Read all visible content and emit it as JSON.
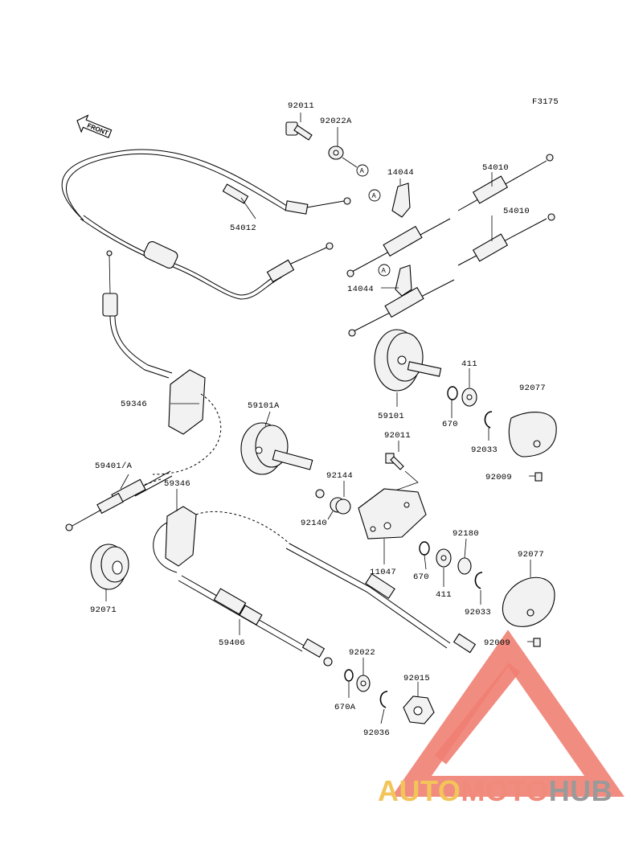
{
  "figure_code": "F3175",
  "front_label": "FRONT",
  "callout_letter": "A",
  "watermark": {
    "part1": "AUTO",
    "part2": "MOTO",
    "part3": "HUB",
    "triangle_color": "#f07f73",
    "text_yellow": "#f2c45a",
    "text_pink": "#f08a7a",
    "text_grey": "#9a9a9a"
  },
  "labels": {
    "l92011_top": "92011",
    "l92022A": "92022A",
    "l14044_top": "14044",
    "l54010_top": "54010",
    "l54012": "54012",
    "l54010_mid": "54010",
    "l14044_mid": "14044",
    "l411_top": "411",
    "l92077_top": "92077",
    "l59346_top": "59346",
    "l59101A": "59101A",
    "l59101": "59101",
    "l670_top": "670",
    "l92011_mid": "92011",
    "l92033_top": "92033",
    "l92009_top": "92009",
    "l59401A": "59401/A",
    "l92144": "92144",
    "l59346_mid": "59346",
    "l92140": "92140",
    "l92180": "92180",
    "l92077_low": "92077",
    "l11047": "11047",
    "l670_low": "670",
    "l411_low": "411",
    "l92033_low": "92033",
    "l92071": "92071",
    "l59406": "59406",
    "l92009_low": "92009",
    "l92022": "92022",
    "l92015": "92015",
    "l670A": "670A",
    "l92036": "92036"
  }
}
